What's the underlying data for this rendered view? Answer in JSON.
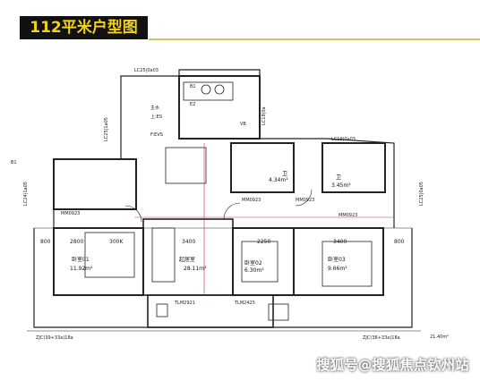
{
  "title": "112平米户型图",
  "watermark": "搜狐号@搜狐焦点钦州站",
  "colors": {
    "title_bg": "#111111",
    "title_text": "#f2d21a",
    "line": "#222222",
    "dim": "#c0304a"
  },
  "plan": {
    "rooms": [
      {
        "name": "卧室01",
        "area": "11.92m²"
      },
      {
        "name": "起居室",
        "area": "28.11m²"
      },
      {
        "name": "卧室02",
        "area": "6.30m²"
      },
      {
        "name": "卧室03",
        "area": "9.66m²"
      },
      {
        "name": "卫",
        "area": "4.34m²"
      },
      {
        "name": "卫",
        "area": "3.45m²"
      }
    ],
    "dims": [
      "800",
      "2800",
      "300K",
      "3400",
      "2250",
      "3400",
      "800"
    ],
    "labels": {
      "ac_top": "LC25|0a03",
      "ac_left_top": "LC25|1a05",
      "ac_right_top": "LC19|0a03",
      "ac_left_mid": "LC24|1a05",
      "ac_right_mid": "LC25|0a05",
      "window_bottom": "ZJC(39+33a)18a",
      "window_bottom_2": "ZJC(38+33a)18a",
      "door_left": "MM0923",
      "door_mid": "MM0923",
      "door_mid2": "MM0923",
      "door_right": "MM0923",
      "balcony": "TLM2921",
      "balcony_2": "TLM2425",
      "shaft": "F:EVS",
      "kitchen": "E2",
      "b1": "B1",
      "b2": "B1",
      "area_total": "21.40m²",
      "vb": "VB",
      "ac_small": "LC18|0a",
      "es": "上:ES",
      "xt": "主水"
    }
  }
}
